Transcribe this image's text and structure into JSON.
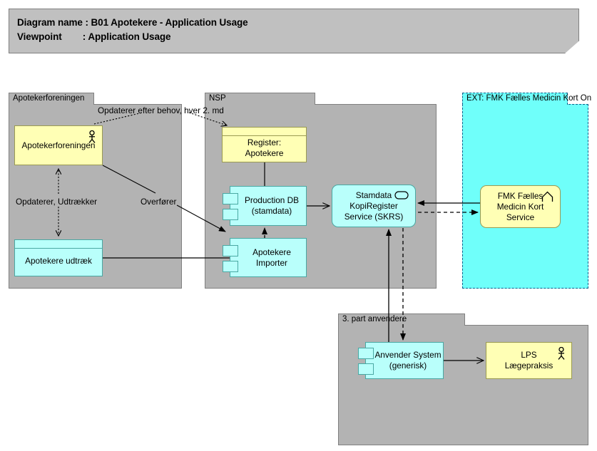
{
  "header": {
    "line1": "Diagram name : B01 Apotekere - Application Usage",
    "line2": "Viewpoint        : Application Usage"
  },
  "groups": [
    {
      "id": "apotekerforeningen",
      "label": "Apotekerforeningen",
      "tab_width": 120
    },
    {
      "id": "nsp",
      "label": "NSP",
      "tab_width": 155
    },
    {
      "id": "ext_fmk",
      "label": "EXT: FMK Fælles Medicin Kort On",
      "tab_width": 148
    },
    {
      "id": "tredjepart",
      "label": "3. part anvendere",
      "tab_width": 178
    }
  ],
  "nodes": [
    {
      "id": "apotekerforeningen_actor",
      "label": "Apotekerforeningen",
      "icon": "actor-icon",
      "shape": "rect",
      "color": "#ffffb5"
    },
    {
      "id": "apotekere_udtraek",
      "label": "Apotekere udtræk",
      "icon": "data-object-icon",
      "shape": "data-object",
      "color": "#b9fffb"
    },
    {
      "id": "register_apotekere",
      "label": "Register: Apotekere",
      "icon": "data-object-icon",
      "shape": "data-object",
      "color": "#ffffb5"
    },
    {
      "id": "production_db",
      "label": "Production DB\n(stamdata)",
      "icon": "component-icon",
      "shape": "component",
      "color": "#b9fffb"
    },
    {
      "id": "apotekere_importer",
      "label": "Apotekere\nImporter",
      "icon": "component-icon",
      "shape": "component",
      "color": "#b9fffb"
    },
    {
      "id": "skrs",
      "label": "Stamdata\nKopiRegister\nService (SKRS)",
      "icon": "application-service-icon",
      "shape": "rounded",
      "color": "#b9fffb"
    },
    {
      "id": "fmk_service",
      "label": "FMK Fælles\nMedicin Kort\nService",
      "icon": "chevron-up-icon",
      "shape": "rounded",
      "color": "#ffffb5"
    },
    {
      "id": "anvender_system",
      "label": "Anvender System\n(generisk)",
      "icon": "component-icon",
      "shape": "component",
      "color": "#b9fffb"
    },
    {
      "id": "lps_laegepraksis",
      "label": "LPS\nLægepraksis",
      "icon": "actor-icon",
      "shape": "rect",
      "color": "#ffffb5"
    }
  ],
  "connection_labels": [
    {
      "id": "opdaterer_efter_behov",
      "text": "Opdaterer efter behov, hver 2. md"
    },
    {
      "id": "opdaterer_udtraekker",
      "text": "Opdaterer, Udtrækker"
    },
    {
      "id": "overfoerer",
      "text": "Overfører"
    }
  ],
  "colors": {
    "canvas": "#ffffff",
    "group_grey": "#b3b3b3",
    "group_tab_grey": "#b3b3b3",
    "header_grey": "#c0c0c0",
    "yellow": "#ffffb5",
    "cyan": "#b9fffb",
    "ext_cyan": "#6ffffa",
    "line": "#000000",
    "border_grey": "#808080"
  }
}
